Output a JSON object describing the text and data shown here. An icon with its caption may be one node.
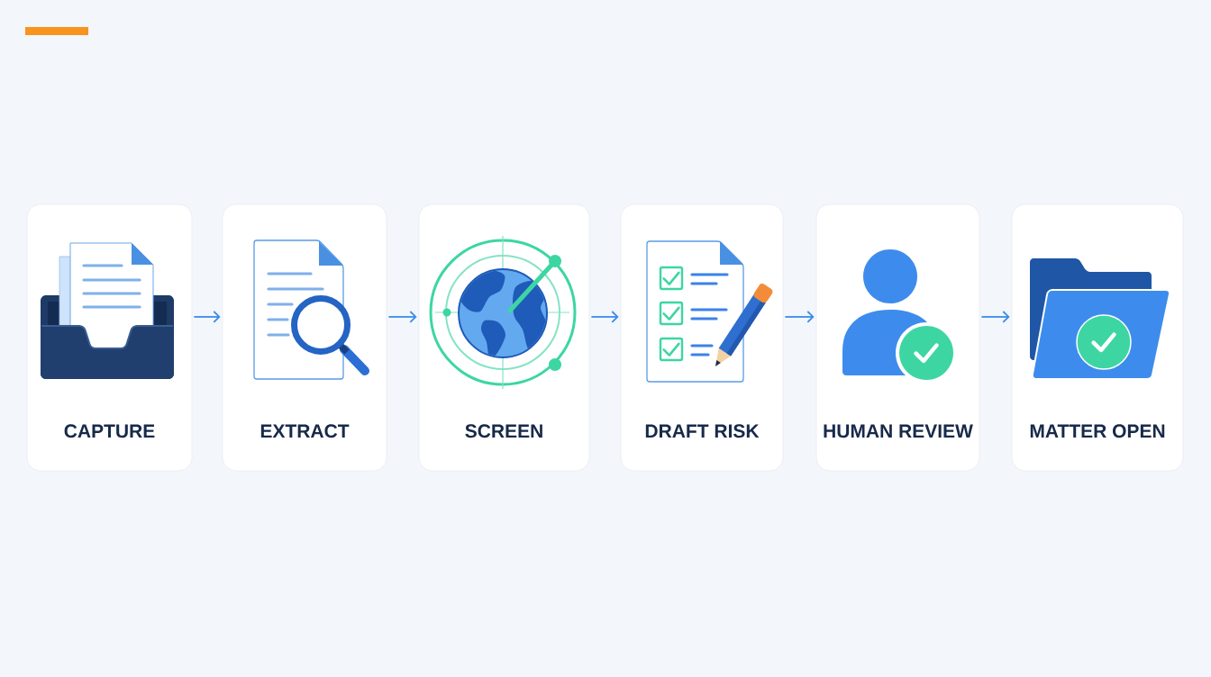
{
  "diagram": {
    "nodes": [
      {
        "text": [
          "CAPTURE"
        ]
      },
      {
        "text": [
          "EXTRACT"
        ]
      },
      {
        "text": [
          "SCREEN"
        ]
      },
      {
        "text": [
          "DRAFT RISK"
        ]
      },
      {
        "text": [
          "HUMAN REVIEW"
        ]
      },
      {
        "text": [
          "MATTER OPEN"
        ]
      }
    ],
    "edges": [
      {
        "from": 0,
        "to": 1,
        "arrow": "to"
      },
      {
        "from": 1,
        "to": 2,
        "arrow": "to"
      },
      {
        "from": 2,
        "to": 3,
        "arrow": "to"
      },
      {
        "from": 3,
        "to": 4,
        "arrow": "to"
      },
      {
        "from": 4,
        "to": 5,
        "arrow": "to"
      }
    ]
  }
}
